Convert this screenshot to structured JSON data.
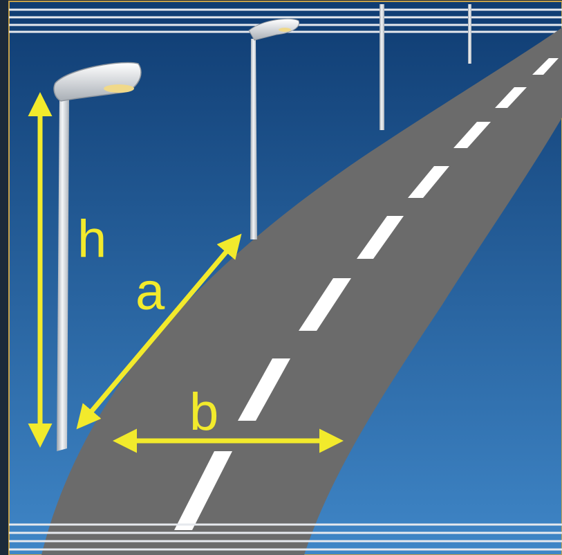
{
  "labels": {
    "h": "h",
    "a": "a",
    "b": "b"
  },
  "colors": {
    "sky_top": "#0f3c72",
    "sky_bottom": "#3f86c7",
    "road": "#6b6b6b",
    "lane_marking": "#ffffff",
    "dimension_arrow": "#f2ea2c",
    "frame_border": "#c8a24a",
    "frame_outer": "#1c2a3a",
    "pole": "#d9dde2",
    "lamp_head": "#e7e9ec"
  },
  "icons": [
    "street-lamp-icon",
    "road-icon",
    "double-arrow-icon"
  ]
}
